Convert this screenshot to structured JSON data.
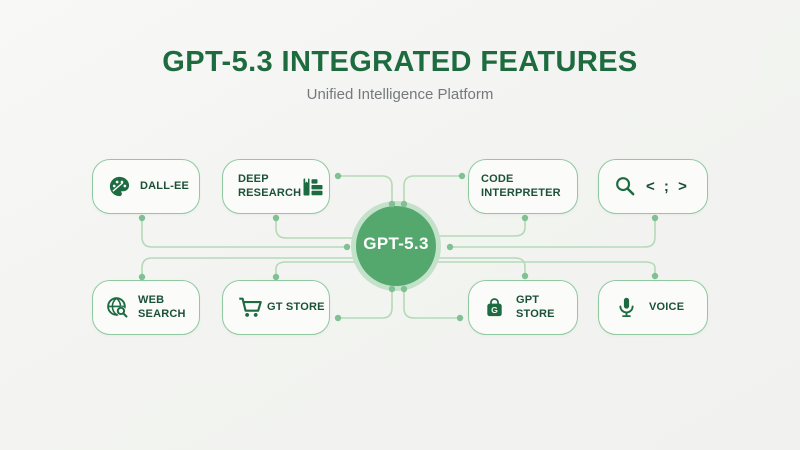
{
  "header": {
    "title": "GPT-5.3 INTEGRATED FEATURES",
    "subtitle": "Unified Intelligence Platform"
  },
  "center_node": {
    "label": "GPT-5.3"
  },
  "features": [
    {
      "label": "DALL-EE",
      "icon": "palette-icon"
    },
    {
      "label": "DEEP RESEARCH",
      "icon": "book-list-icon"
    },
    {
      "label": "CODE INTERPRETER",
      "icon": "none"
    },
    {
      "label": "< ; >",
      "icon": "search-icon"
    },
    {
      "label": "WEB SEARCH",
      "icon": "globe-search-icon"
    },
    {
      "label": "GT STORE",
      "icon": "cart-icon"
    },
    {
      "label": "GPT STORE",
      "icon": "bag-icon"
    },
    {
      "label": "VOICE",
      "icon": "mic-icon"
    }
  ],
  "colors": {
    "background": "#f3f4f1",
    "title_green": "#1e6b40",
    "subtitle_gray": "#75797e",
    "box_border": "#8fc9a0",
    "box_fill": "#fbfbf9",
    "label_green": "#1b5237",
    "icon_green": "#1d6b40",
    "connector_line": "#b5d9b8",
    "connector_dot": "#7fc192",
    "node_fill": "#55a86d",
    "node_halo": "#c4e2ca",
    "node_text": "#ffffff"
  }
}
